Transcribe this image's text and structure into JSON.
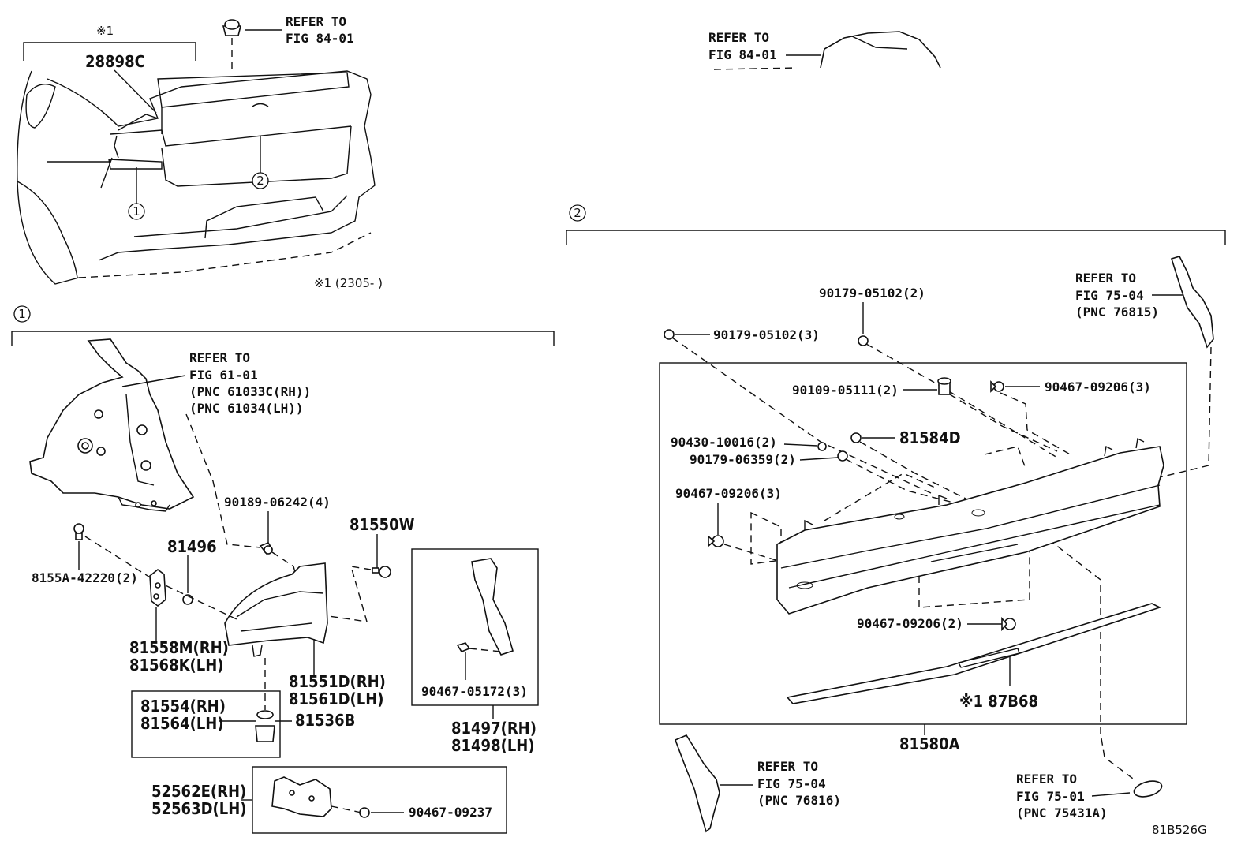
{
  "top": {
    "note_mark": "※1",
    "label_28898c": "28898C",
    "refer_fig_84_01_line1": "REFER TO",
    "refer_fig_84_01_line2": "FIG 84-01",
    "callout_1": "1",
    "callout_2": "2",
    "date_note": "※1 (2305-      )"
  },
  "section1": {
    "callout": "1",
    "refer_61_line1": "REFER TO",
    "refer_61_line2": "FIG 61-01",
    "refer_61_line3": "(PNC 61033C(RH))",
    "refer_61_line4": "(PNC 61034(LH))",
    "p_90189": "90189-06242(4)",
    "p_81550w": "81550W",
    "p_81496": "81496",
    "p_8155a": "8155A-42220(2)",
    "p_81558m": "81558M(RH)",
    "p_81568k": "81568K(LH)",
    "p_81551d": "81551D(RH)",
    "p_81561d": "81561D(LH)",
    "p_81554": "81554(RH)",
    "p_81564": "81564(LH)",
    "p_81536b": "81536B",
    "p_90467_05172": "90467-05172(3)",
    "p_81497": "81497(RH)",
    "p_81498": "81498(LH)",
    "p_52562e": "52562E(RH)",
    "p_52563d": "52563D(LH)",
    "p_90467_09237": "90467-09237"
  },
  "section2": {
    "callout": "2",
    "refer_84_line1": "REFER TO",
    "refer_84_line2": "FIG 84-01",
    "refer_75_04a_line1": "REFER TO",
    "refer_75_04a_line2": "FIG 75-04",
    "refer_75_04a_line3": "(PNC 76815)",
    "p_90179_05102_2": "90179-05102(2)",
    "p_90179_05102_3": "90179-05102(3)",
    "p_90109": "90109-05111(2)",
    "p_90467_09206_3a": "90467-09206(3)",
    "p_81584d": "81584D",
    "p_90430": "90430-10016(2)",
    "p_90179_06359": "90179-06359(2)",
    "p_90467_09206_3b": "90467-09206(3)",
    "p_90467_09206_2": "90467-09206(2)",
    "p_87b68": "※1 87B68",
    "p_81580a": "81580A",
    "refer_75_04b_line1": "REFER TO",
    "refer_75_04b_line2": "FIG 75-04",
    "refer_75_04b_line3": "(PNC 76816)",
    "refer_75_01_line1": "REFER TO",
    "refer_75_01_line2": "FIG 75-01",
    "refer_75_01_line3": "(PNC 75431A)"
  },
  "figure_code": "81B526G"
}
